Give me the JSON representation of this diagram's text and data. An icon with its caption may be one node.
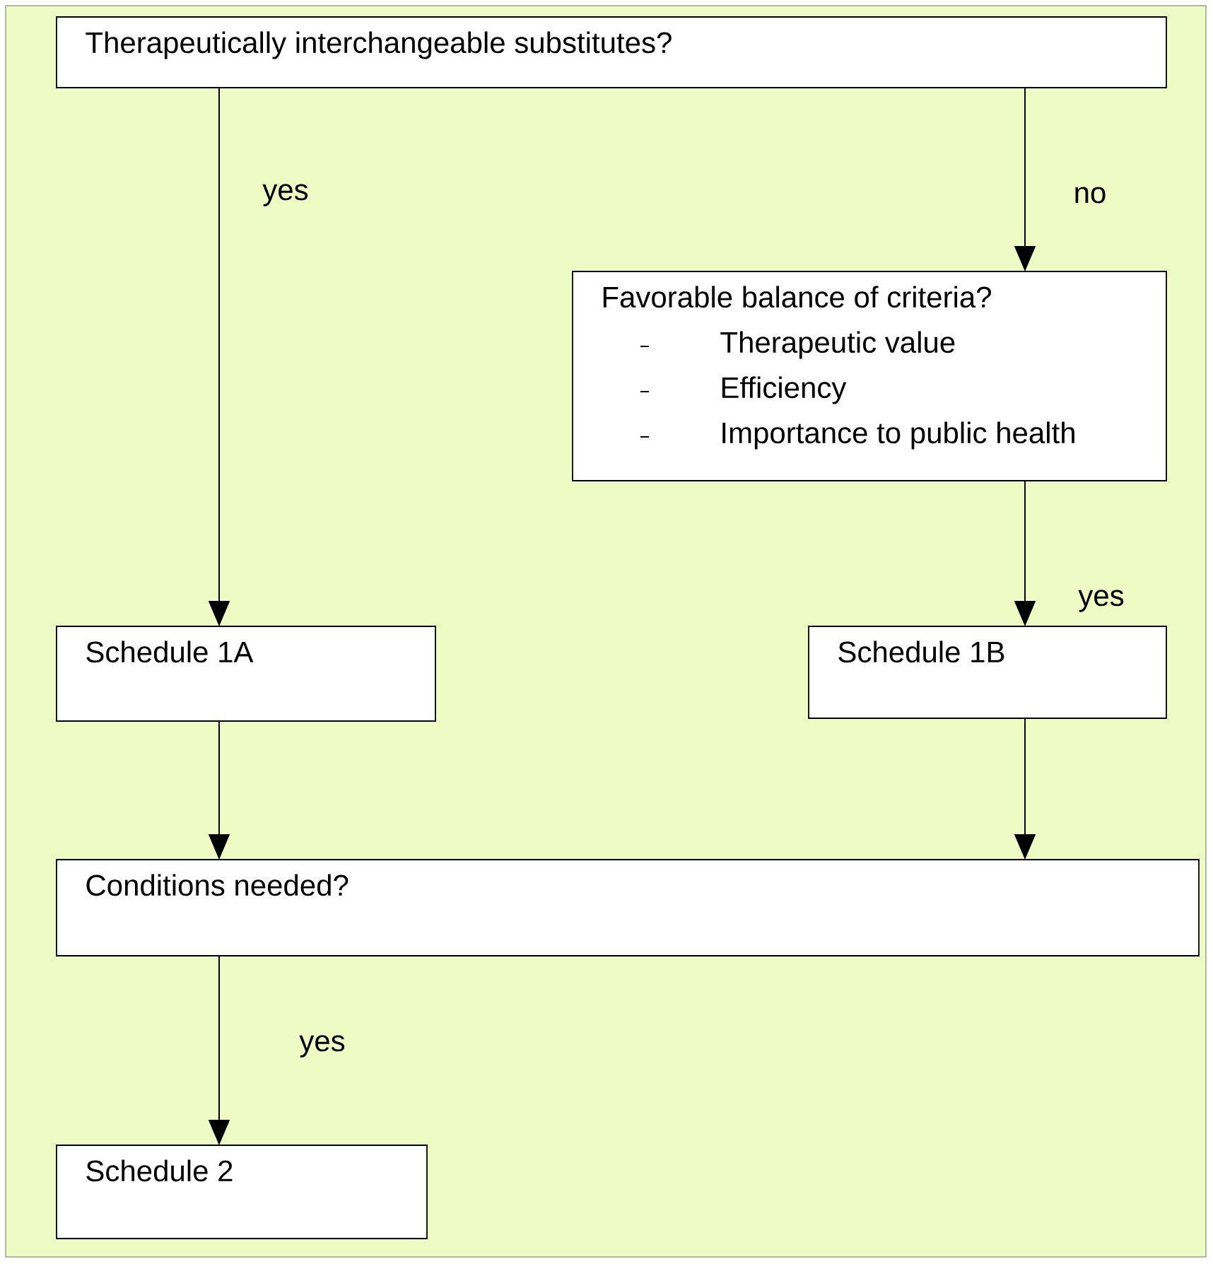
{
  "diagram": {
    "nodes": [
      {
        "text": [
          "Therapeutically interchangeable substitutes?"
        ]
      },
      {
        "text": [
          "Favorable balance of criteria?",
          "Therapeutic value",
          "Efficiency",
          "Importance to public health"
        ]
      },
      {
        "text": [
          "Schedule 1A"
        ]
      },
      {
        "text": [
          "Schedule 1B"
        ]
      },
      {
        "text": [
          "Conditions needed?"
        ]
      },
      {
        "text": [
          "Schedule 2"
        ]
      }
    ],
    "edges": [
      {
        "from": 0,
        "to": 2,
        "arrow": "to",
        "label": "yes"
      },
      {
        "from": 0,
        "to": 1,
        "arrow": "to",
        "label": "no"
      },
      {
        "from": 1,
        "to": 3,
        "arrow": "to",
        "label": "yes"
      },
      {
        "from": 2,
        "to": 4,
        "arrow": "to"
      },
      {
        "from": 3,
        "to": 4,
        "arrow": "to"
      },
      {
        "from": 4,
        "to": 5,
        "arrow": "to",
        "label": "yes"
      }
    ]
  }
}
